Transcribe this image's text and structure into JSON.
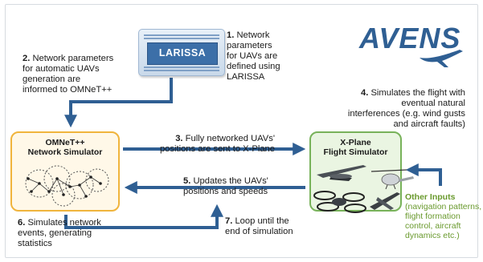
{
  "logo": {
    "text": "AVENS"
  },
  "larissa": {
    "label": "LARISSA"
  },
  "steps": {
    "s1": {
      "num": "1.",
      "lines": [
        "Network",
        "parameters",
        "for UAVs are",
        "defined using",
        "LARISSA"
      ]
    },
    "s2": {
      "num": "2.",
      "lines": [
        "Network parameters",
        "for automatic UAVs",
        "generation are",
        "informed to OMNeT++"
      ]
    },
    "s3": {
      "num": "3.",
      "lines": [
        "Fully networked UAVs'",
        "positions are sent to X-Plane"
      ]
    },
    "s4": {
      "num": "4.",
      "lines": [
        "Simulates the flight with",
        "eventual natural",
        "interferences (e.g. wind gusts",
        "and aircraft faults)"
      ]
    },
    "s5": {
      "num": "5.",
      "lines": [
        "Updates the UAVs'",
        "positions and speeds"
      ]
    },
    "s6": {
      "num": "6.",
      "lines": [
        "Simulates network",
        "events, generating",
        "statistics"
      ]
    },
    "s7": {
      "num": "7.",
      "lines": [
        "Loop until the",
        "end of simulation"
      ]
    }
  },
  "omnet": {
    "title_line1": "OMNeT++",
    "title_line2": "Network Simulator"
  },
  "xplane": {
    "title_line1": "X-Plane",
    "title_line2": "Flight Simulator"
  },
  "other_inputs": {
    "title": "Other Inputs",
    "lines": [
      "(navigation patterns,",
      "flight formation",
      "control, aircraft",
      "dynamics etc.)"
    ]
  },
  "colors": {
    "arrow": "#2f5f93",
    "omnet_border": "#f0b43c",
    "xplane_border": "#78b25a",
    "other_inputs": "#6a9a2e"
  }
}
